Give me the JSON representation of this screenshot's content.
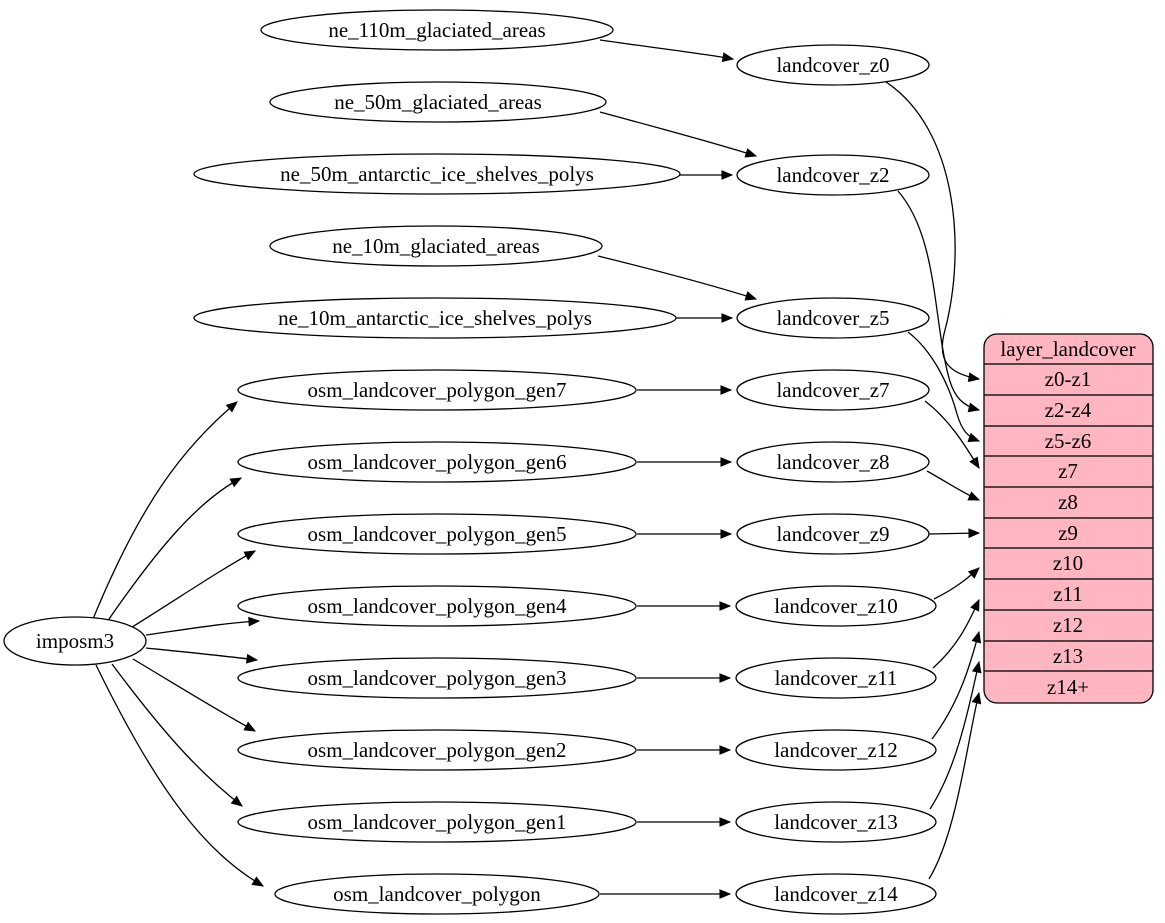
{
  "diagram": {
    "type": "dependency-graph",
    "background_color": "#ffffff",
    "node_fill_color": "#ffffff",
    "node_stroke_color": "#000000",
    "edge_color": "#000000",
    "root": {
      "label": "imposm3"
    },
    "sources": [
      {
        "label": "ne_110m_glaciated_areas"
      },
      {
        "label": "ne_50m_glaciated_areas"
      },
      {
        "label": "ne_50m_antarctic_ice_shelves_polys"
      },
      {
        "label": "ne_10m_glaciated_areas"
      },
      {
        "label": "ne_10m_antarctic_ice_shelves_polys"
      },
      {
        "label": "osm_landcover_polygon_gen7"
      },
      {
        "label": "osm_landcover_polygon_gen6"
      },
      {
        "label": "osm_landcover_polygon_gen5"
      },
      {
        "label": "osm_landcover_polygon_gen4"
      },
      {
        "label": "osm_landcover_polygon_gen3"
      },
      {
        "label": "osm_landcover_polygon_gen2"
      },
      {
        "label": "osm_landcover_polygon_gen1"
      },
      {
        "label": "osm_landcover_polygon"
      }
    ],
    "intermediates": [
      {
        "label": "landcover_z0"
      },
      {
        "label": "landcover_z2"
      },
      {
        "label": "landcover_z5"
      },
      {
        "label": "landcover_z7"
      },
      {
        "label": "landcover_z8"
      },
      {
        "label": "landcover_z9"
      },
      {
        "label": "landcover_z10"
      },
      {
        "label": "landcover_z11"
      },
      {
        "label": "landcover_z12"
      },
      {
        "label": "landcover_z13"
      },
      {
        "label": "landcover_z14"
      }
    ],
    "table": {
      "title": "layer_landcover",
      "fill_color": "#ffb6c1",
      "stroke_color": "#000000",
      "rows": [
        "z0-z1",
        "z2-z4",
        "z5-z6",
        "z7",
        "z8",
        "z9",
        "z10",
        "z11",
        "z12",
        "z13",
        "z14+"
      ]
    },
    "edges": [
      {
        "from": "ne_110m_glaciated_areas",
        "to": "landcover_z0"
      },
      {
        "from": "ne_50m_glaciated_areas",
        "to": "landcover_z2"
      },
      {
        "from": "ne_50m_antarctic_ice_shelves_polys",
        "to": "landcover_z2"
      },
      {
        "from": "ne_10m_glaciated_areas",
        "to": "landcover_z5"
      },
      {
        "from": "ne_10m_antarctic_ice_shelves_polys",
        "to": "landcover_z5"
      },
      {
        "from": "imposm3",
        "to": "osm_landcover_polygon_gen7"
      },
      {
        "from": "imposm3",
        "to": "osm_landcover_polygon_gen6"
      },
      {
        "from": "imposm3",
        "to": "osm_landcover_polygon_gen5"
      },
      {
        "from": "imposm3",
        "to": "osm_landcover_polygon_gen4"
      },
      {
        "from": "imposm3",
        "to": "osm_landcover_polygon_gen3"
      },
      {
        "from": "imposm3",
        "to": "osm_landcover_polygon_gen2"
      },
      {
        "from": "imposm3",
        "to": "osm_landcover_polygon_gen1"
      },
      {
        "from": "imposm3",
        "to": "osm_landcover_polygon"
      },
      {
        "from": "osm_landcover_polygon_gen7",
        "to": "landcover_z7"
      },
      {
        "from": "osm_landcover_polygon_gen6",
        "to": "landcover_z8"
      },
      {
        "from": "osm_landcover_polygon_gen5",
        "to": "landcover_z9"
      },
      {
        "from": "osm_landcover_polygon_gen4",
        "to": "landcover_z10"
      },
      {
        "from": "osm_landcover_polygon_gen3",
        "to": "landcover_z11"
      },
      {
        "from": "osm_landcover_polygon_gen2",
        "to": "landcover_z12"
      },
      {
        "from": "osm_landcover_polygon_gen1",
        "to": "landcover_z13"
      },
      {
        "from": "osm_landcover_polygon",
        "to": "landcover_z14"
      },
      {
        "from": "landcover_z0",
        "to": "layer_landcover:z0-z1"
      },
      {
        "from": "landcover_z2",
        "to": "layer_landcover:z2-z4"
      },
      {
        "from": "landcover_z5",
        "to": "layer_landcover:z5-z6"
      },
      {
        "from": "landcover_z7",
        "to": "layer_landcover:z7"
      },
      {
        "from": "landcover_z8",
        "to": "layer_landcover:z8"
      },
      {
        "from": "landcover_z9",
        "to": "layer_landcover:z9"
      },
      {
        "from": "landcover_z10",
        "to": "layer_landcover:z10"
      },
      {
        "from": "landcover_z11",
        "to": "layer_landcover:z11"
      },
      {
        "from": "landcover_z12",
        "to": "layer_landcover:z12"
      },
      {
        "from": "landcover_z13",
        "to": "layer_landcover:z13"
      },
      {
        "from": "landcover_z14",
        "to": "layer_landcover:z14+"
      }
    ]
  }
}
